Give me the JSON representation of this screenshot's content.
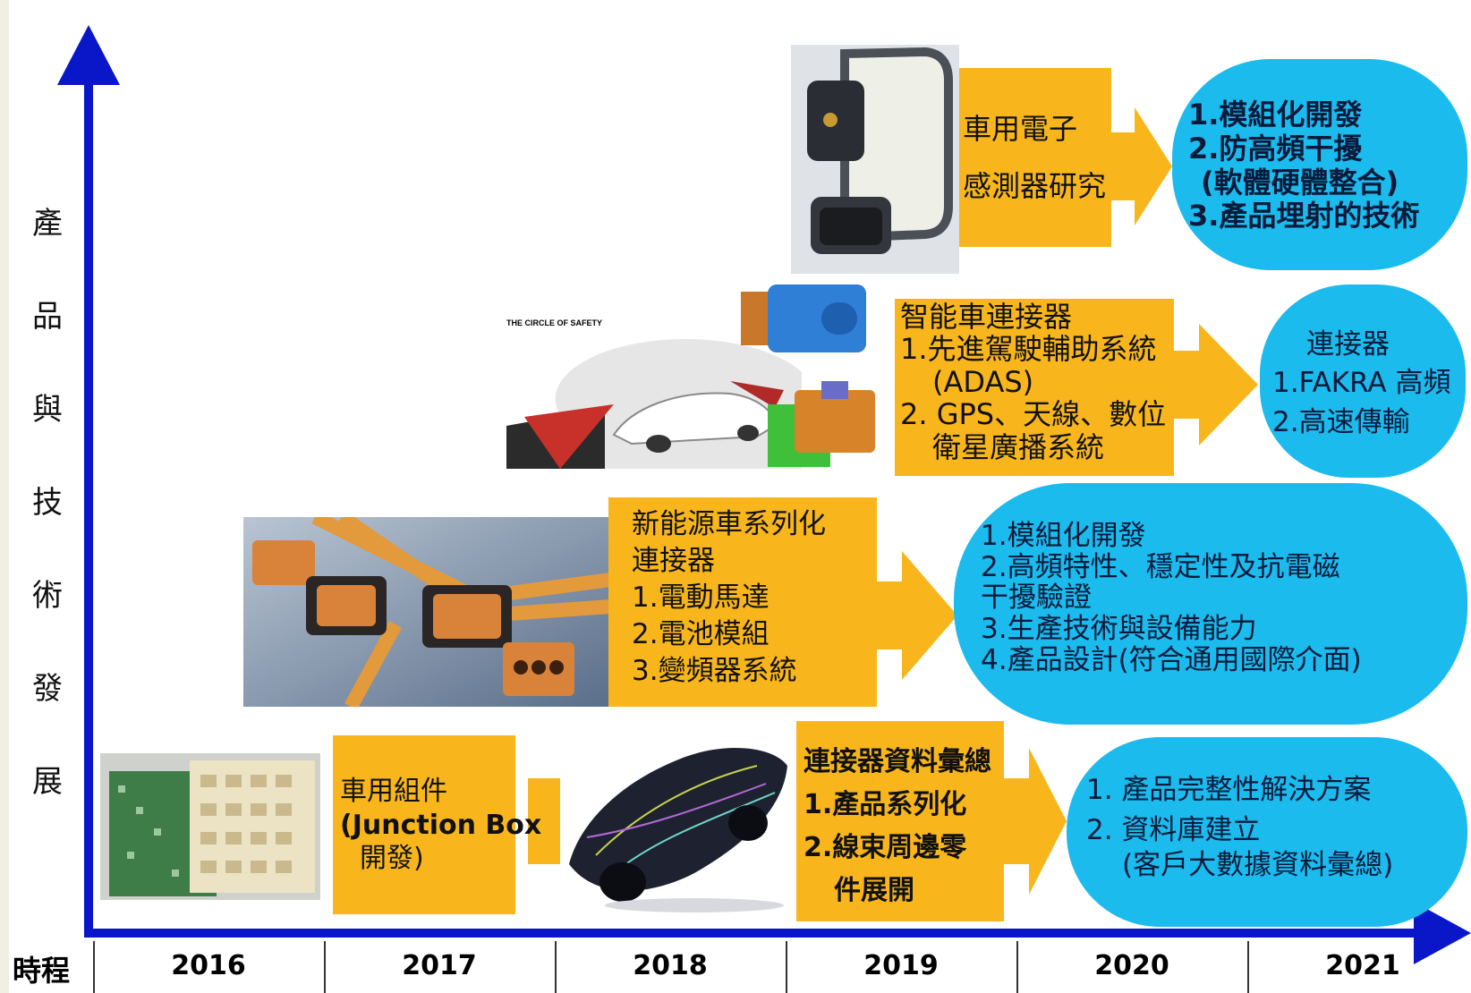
{
  "y_axis_label": [
    "產",
    "品",
    "與",
    "技",
    "術",
    "發",
    "展"
  ],
  "x_axis_label": "時程",
  "years": [
    "2016",
    "2017",
    "2018",
    "2019",
    "2020",
    "2021"
  ],
  "colors": {
    "axis": "#0a17c8",
    "box": "#f8b61c",
    "bubble": "#1bbbee"
  },
  "tiers": {
    "tier1": {
      "box1": [
        "車用組件",
        "(Junction Box",
        "開發)"
      ],
      "box2": [
        "連接器資料彙總",
        "1.產品系列化",
        "2.線束周邊零",
        "件展開"
      ],
      "bubble": [
        "1.  產品完整性解決方案",
        "2.  資料庫建立",
        "(客戶大數據資料彙總)"
      ]
    },
    "tier2": {
      "box": [
        "新能源車系列化",
        "連接器",
        "1.電動馬達",
        "2.電池模組",
        "3.變頻器系統"
      ],
      "bubble": [
        "1.模組化開發",
        "2.高頻特性、穩定性及抗電磁",
        "干擾驗證",
        "3.生產技術與設備能力",
        "4.產品設計(符合通用國際介面)"
      ]
    },
    "tier3": {
      "box": [
        "智能車連接器",
        "1.先進駕駛輔助系統",
        "(ADAS)",
        "2. GPS、天線、數位",
        "衛星廣播系統"
      ],
      "bubble": [
        "連接器",
        "1.FAKRA 高頻",
        "2.高速傳輸"
      ],
      "photo_title": "THE CIRCLE OF SAFETY"
    },
    "tier4": {
      "box": [
        "車用電子",
        "感測器研究"
      ],
      "bubble": [
        "1.模組化開發",
        "2.防高頻干擾",
        "(軟體硬體整合)",
        "3.產品埋射的技術"
      ]
    }
  }
}
